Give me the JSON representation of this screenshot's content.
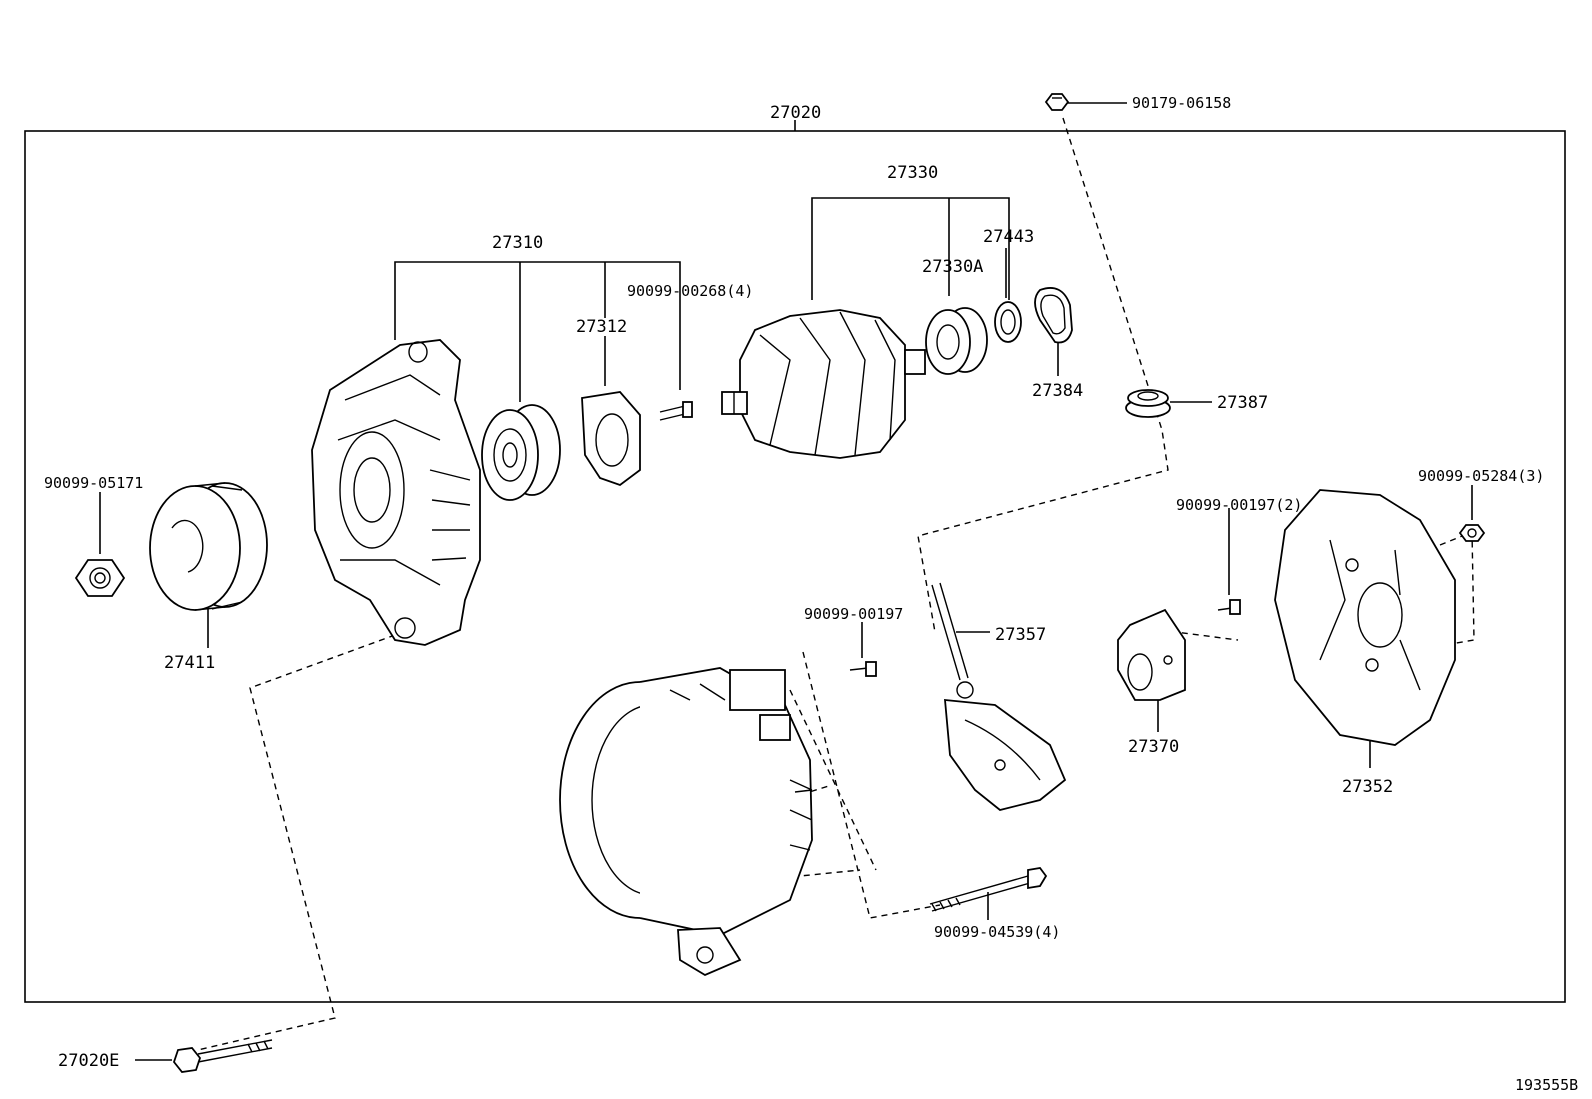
{
  "diagram": {
    "labels": {
      "assembly": "27020",
      "nut_top": "90179-06158",
      "rotor": "27330",
      "bearing_rear": "27330A",
      "ring": "27443",
      "frame_drive": "27310",
      "screw_4": "90099-00268(4)",
      "retainer": "27312",
      "cover_ring": "27384",
      "insulator": "27387",
      "nut_pulley": "90099-05171",
      "pulley": "27411",
      "screw_brush": "90099-00197(2)",
      "nut_3": "90099-05284(3)",
      "screw_single": "90099-00197",
      "rectifier": "27357",
      "brush_holder": "27370",
      "rear_cover": "27352",
      "bolt_4": "90099-04539(4)",
      "bolt_long": "27020E",
      "figure_id": "193555B"
    }
  }
}
